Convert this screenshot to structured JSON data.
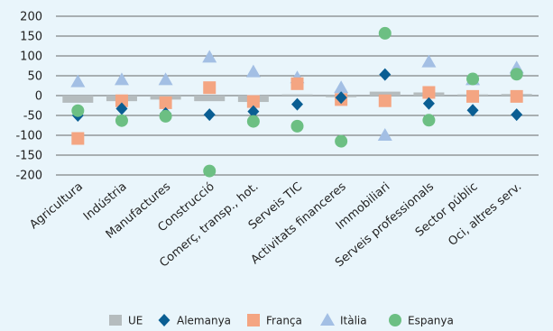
{
  "chart_data": {
    "type": "scatter",
    "categories": [
      "Agricultura",
      "Indústria",
      "Manufactures",
      "Construcció",
      "Comerç, transp., hot.",
      "Serveis TIC",
      "Activitats financeres",
      "Immobiliari",
      "Serveis professionals",
      "Sector públic",
      "Oci, altres serv."
    ],
    "ylim": [
      -200,
      200
    ],
    "yticks": [
      200,
      150,
      100,
      50,
      0,
      -50,
      -100,
      -150,
      -200
    ],
    "grid": true,
    "legend_position": "bottom",
    "series": [
      {
        "name": "UE",
        "marker": "bar",
        "color": "#b5bcbe",
        "values": [
          -18,
          -14,
          -10,
          -14,
          -16,
          3,
          -4,
          10,
          8,
          3,
          4
        ]
      },
      {
        "name": "Alemanya",
        "marker": "diamond",
        "color": "#0a5e93",
        "values": [
          -50,
          -33,
          -45,
          -48,
          -40,
          -22,
          -5,
          53,
          -20,
          -37,
          -48
        ]
      },
      {
        "name": "França",
        "marker": "square",
        "color": "#f4a582",
        "values": [
          -108,
          -13,
          -18,
          20,
          -15,
          30,
          -10,
          -13,
          8,
          -2,
          -2
        ]
      },
      {
        "name": "Itàlia",
        "marker": "triangle",
        "color": "#a3bfe4",
        "values": [
          35,
          40,
          40,
          97,
          60,
          45,
          20,
          -100,
          85,
          40,
          70
        ]
      },
      {
        "name": "Espanya",
        "marker": "circle",
        "color": "#6cbf83",
        "values": [
          -38,
          -63,
          -52,
          -190,
          -65,
          -77,
          -115,
          157,
          -62,
          42,
          54
        ]
      }
    ]
  }
}
